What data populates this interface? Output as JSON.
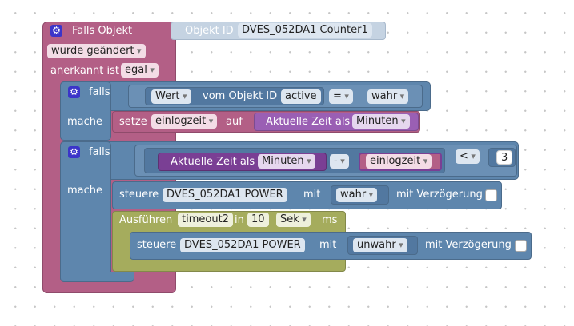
{
  "trigger": {
    "title": "Falls Objekt",
    "object_label": "Objekt ID",
    "object_id": "DVES_052DA1 Counter1",
    "changed": "wurde geändert",
    "ack_label": "anerkannt ist",
    "ack_value": "egal"
  },
  "if1": {
    "label_if": "falls",
    "label_do": "mache",
    "cond": {
      "attr": "Wert",
      "of_label": "vom Objekt ID",
      "object": "active",
      "op": "=",
      "value": "wahr"
    },
    "set": {
      "label": "setze",
      "var": "einlogzeit",
      "to_label": "auf",
      "time_label": "Aktuelle Zeit als",
      "time_unit": "Minuten"
    }
  },
  "if2": {
    "label_if": "falls",
    "label_do": "mache",
    "cond": {
      "time_label": "Aktuelle Zeit als",
      "time_unit": "Minuten",
      "minus": "-",
      "var": "einlogzeit",
      "cmp": "<",
      "number": "3"
    },
    "control1": {
      "label": "steuere",
      "object": "DVES_052DA1 POWER",
      "with_label": "mit",
      "value": "wahr",
      "delay_label": "mit Verzögerung"
    },
    "timeout": {
      "label": "Ausführen",
      "name": "timeout2",
      "in_label": "in",
      "amount": "10",
      "unit": "Sek",
      "ms_label": "ms"
    },
    "control2": {
      "label": "steuere",
      "object": "DVES_052DA1 POWER",
      "with_label": "mit",
      "value": "unwahr",
      "delay_label": "mit Verzögerung"
    }
  },
  "colors": {
    "trigger": "#b35f86",
    "control": "#5e86ad",
    "timeout": "#a5ac5d",
    "time": "#9a5fb4",
    "gear": "#3b34c9"
  }
}
